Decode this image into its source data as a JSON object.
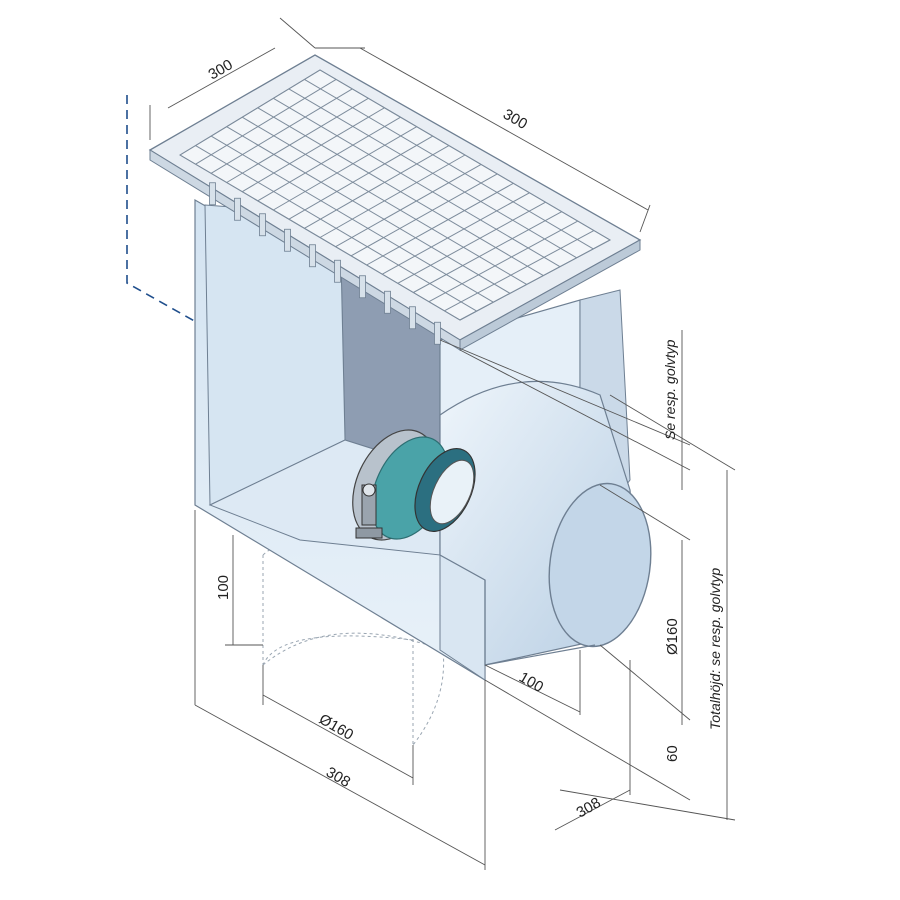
{
  "colors": {
    "side_light": "#e3eef8",
    "side_mid": "#cfdfee",
    "inner_dark": "#8e9db2",
    "floor": "#dde9f4",
    "pipe": "#d5e4f2",
    "grate": "#e9eef4",
    "outline": "#6e7f92",
    "dim_line": "#555555",
    "dashed_frame": "#1f4e8c",
    "coupling_teal": "#4aa3a8",
    "coupling_metal": "#b8c2cc"
  },
  "dimensions": {
    "top_depth": "300",
    "top_width": "300",
    "floor_note": "Se resp. golvtyp",
    "total_height": "Totalhöjd: se resp. golvtyp",
    "bottom_drop": "100",
    "bottom_outlet_dia": "Ø160",
    "bottom_width": "308",
    "side_outlet_length": "100",
    "side_outlet_dia": "Ø160",
    "outlet_base_height": "60",
    "side_width": "308"
  }
}
